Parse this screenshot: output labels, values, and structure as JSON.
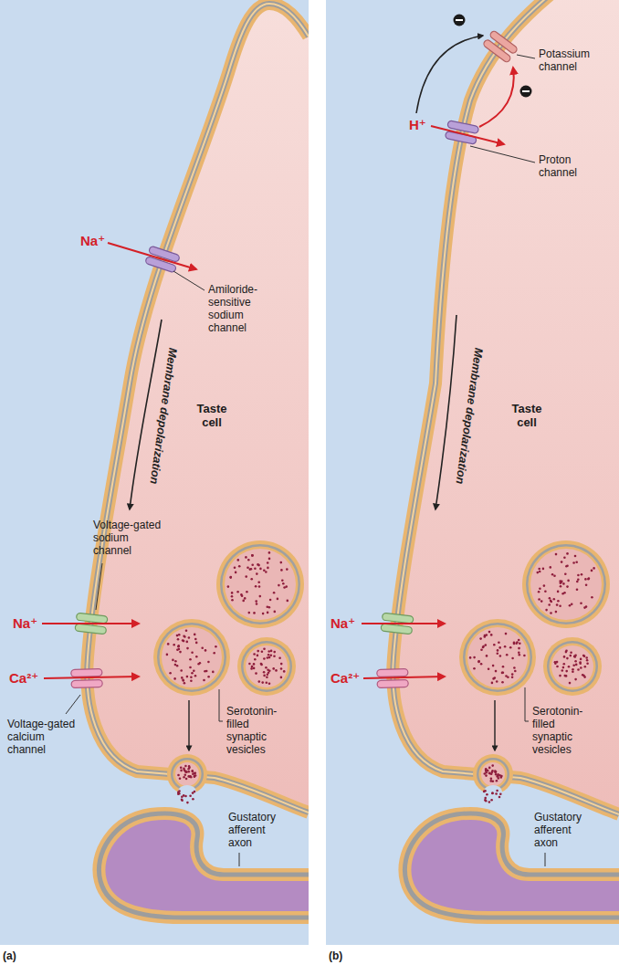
{
  "diagram": {
    "labels": [
      "Na⁺",
      "Amiloride-sensitive sodium channel",
      "Membrane depolarization",
      "Taste cell",
      "Voltage-gated sodium channel",
      "Na⁺",
      "Ca²⁺",
      "Voltage-gated calcium channel",
      "Serotonin-filled synaptic vesicles",
      "Gustatory afferent axon",
      "(a)",
      "H⁺",
      "Potassium channel",
      "Proton channel",
      "Membrane depolarization",
      "Taste cell",
      "Na⁺",
      "Ca²⁺",
      "Serotonin-filled synaptic vesicles",
      "Gustatory afferent axon",
      "(b)"
    ]
  }
}
